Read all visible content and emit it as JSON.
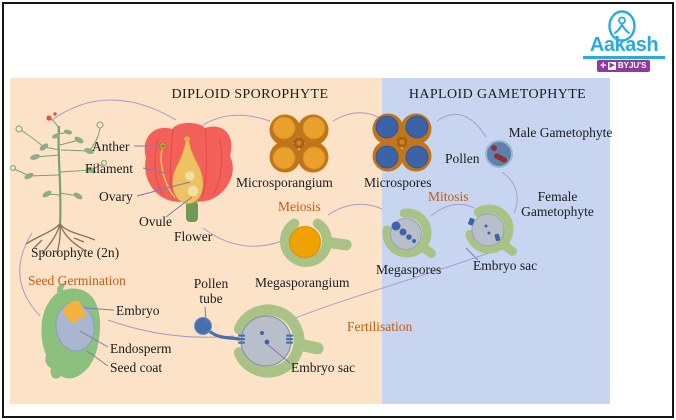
{
  "logo": {
    "brand": "Aakash",
    "plus": "+",
    "play": "▶",
    "byjus": "BYJU'S"
  },
  "diagram": {
    "headers": {
      "diploid": "DIPLOID SPOROPHYTE",
      "haploid": "HAPLOID GAMETOPHYTE"
    },
    "labels": {
      "anther": "Anther",
      "filament": "Filament",
      "ovary": "Ovary",
      "ovule": "Ovule",
      "flower": "Flower",
      "sporophyte": "Sporophyte (2n)",
      "microsporangium": "Microsporangium",
      "microspores": "Microspores",
      "pollen": "Pollen",
      "male_gametophyte": "Male Gametophyte",
      "female_gametophyte": "Female Gametophyte",
      "megasporangium": "Megasporangium",
      "megaspores": "Megaspores",
      "embryo_sac_upper": "Embryo sac",
      "embryo_sac_lower": "Embryo sac",
      "pollen_tube": "Pollen tube",
      "embryo": "Embryo",
      "endosperm": "Endosperm",
      "seed_coat": "Seed coat"
    },
    "process_labels": {
      "meiosis": "Meiosis",
      "mitosis": "Mitosis",
      "fertilisation": "Fertilisation",
      "seed_germination": "Seed Germination"
    },
    "colors": {
      "diploid_background": "#fce3c8",
      "haploid_background": "#c8d5f0",
      "process_text": "#c55a11",
      "label_text": "#1c1c1c",
      "connector_line": "#a99bc9",
      "flower_red": "#f26059",
      "pistil_yellow": "#eec262",
      "sporangium_brown": "#c0751c",
      "microsporangium_gold": "#e9a12b",
      "microspore_blue": "#3c63a8",
      "ovule_green": "#a9c387",
      "megaspore_orange": "#f0a202",
      "embryo_sac_gray": "#b9bfca",
      "pollen_blue": "#5e82aa",
      "pollen_red": "#8e3039",
      "seed_green": "#8bc17c",
      "endosperm_blue": "#a9b6cf",
      "embryo_orange": "#f2b341",
      "logo_cyan": "#29abe2",
      "logo_purple": "#8e3a9e"
    }
  }
}
